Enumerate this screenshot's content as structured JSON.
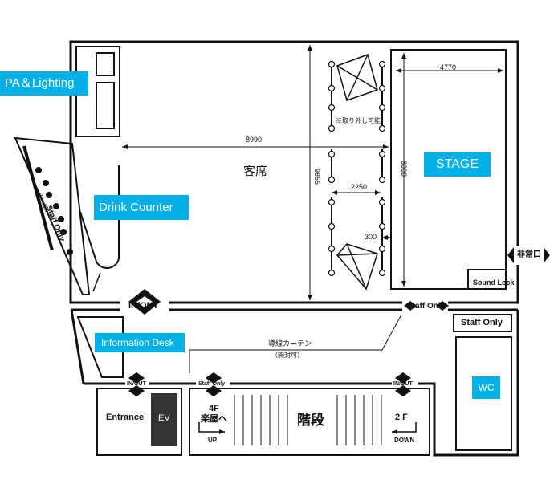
{
  "colors": {
    "accent": "#00b0e6",
    "line": "#111111",
    "background": "#ffffff",
    "ev_fill": "#333333"
  },
  "labels": {
    "pa_lighting": "PA＆Lighting",
    "drink_counter": "Drink Counter",
    "stage": "STAGE",
    "information_desk": "Information Desk",
    "wc": "WC",
    "seating": "客席",
    "stairs": "階段",
    "removable_note": "※取り外し可能",
    "staff_only_diag": "Staff Only",
    "window": "Window",
    "sound_lock": "Sound Lock",
    "emergency_exit": "非常口",
    "in_out_main": "IN/OUT",
    "in_out_small_left": "IN/OUT",
    "in_out_small_right": "IN/OUT",
    "staff_only_door_main": "Staff Only",
    "staff_only_door_lower": "Staff Only",
    "staff_only_room": "Staff Only",
    "lead_curtain": "導線カーテン",
    "lead_curtain_note": "（開封可）",
    "entrance": "Entrance",
    "ev": "EV",
    "floor_4f": "4F",
    "dressing_room": "楽屋へ",
    "up": "UP",
    "floor_2f": "2 F",
    "down": "DOWN"
  },
  "dimensions": {
    "stage_width": "4770",
    "hall_width": "8990",
    "stage_depth": "8000",
    "hall_depth": "9855",
    "truss_spacing": "2250",
    "truss_offset": "300"
  }
}
